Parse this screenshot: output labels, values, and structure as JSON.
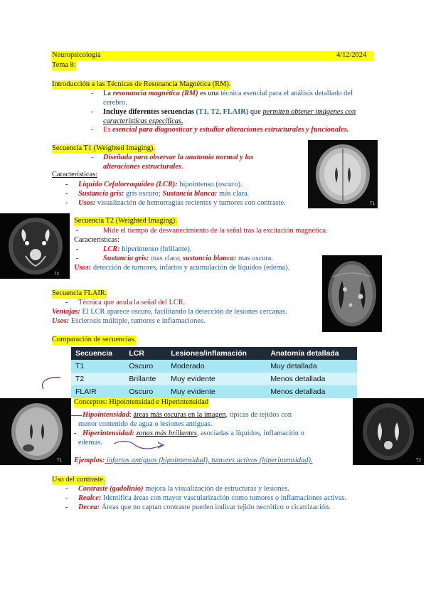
{
  "header": {
    "subject": "Neuropsicología",
    "date": "4/12/2024",
    "topic": "Tema 8:"
  },
  "intro": {
    "title": "Introducción a las Técnicas de Resonancia Magnética (RM).",
    "b1": {
      "a": "La ",
      "b": "resonancia magnética (RM)",
      "c": " es una ",
      "d": "técnica esencial para el análisis detallado del cerebro."
    },
    "b2": {
      "a": "Incluye diferentes secuencias ",
      "b": "(T1, T2, FLAIR)",
      "c": " que ",
      "d": "permiten obtener imágenes con características específicas."
    },
    "b3": {
      "a": "Es ",
      "b": "esencial para diagnosticar y estudiar alteraciones estructurales y funcionales."
    }
  },
  "t1": {
    "title": "Secuencia T1 (Weighted Imaging).",
    "b1a": "Diseñada para observar la anatomía normal y las",
    "b1b": "alteraciones estructurales",
    "char_title": "Características:",
    "c1": {
      "a": "Líquido Cefalorraquídeo (LCR):",
      "b": " hipointenso (oscuro)."
    },
    "c2": {
      "a": "Sustancia gris:",
      "b": " gris oscuro; ",
      "c": "Sustancia blanca:",
      "d": " más clara."
    },
    "c3": {
      "a": "Usos:",
      "b": " visualización de hemorragias recientes y tumores con contraste."
    },
    "img_tag": "T1"
  },
  "t2": {
    "title": "Secuencia T2 (Weighted Imaging).",
    "b1": "Mide el tiempo de desvanecimiento de la señal tras la excitación magnética.",
    "char_title": "Características:",
    "c1": {
      "a": "LCR:",
      "b": " hiperintenso (brillante)."
    },
    "c2": {
      "a": "Sustancia gris:",
      "b": " mas clara; ",
      "c": "sustancia blanca:",
      "d": " mas oscura."
    },
    "uses": {
      "a": "Usos:",
      "b": " detección de tumores, infartos y acumulación de líquidos (edema)."
    },
    "img_tag": "T2"
  },
  "flair": {
    "title": "Secuencia FLAIR.",
    "b1": "Técnica que anula la señal del LCR.",
    "adv": {
      "a": "Ventajas:",
      "b": " El LCR aparece oscuro, facilitando la detección de lesiones cercanas."
    },
    "uses": {
      "a": "Usos:",
      "b": " Esclerosis múltiple, tumores e inflamaciones."
    }
  },
  "compare": {
    "title": "Comparación de secuencias.",
    "headers": [
      "Secuencia",
      "LCR",
      "Lesiones/inflamación",
      "Anatomía detallada"
    ],
    "rows": [
      [
        "T1",
        "Oscuro",
        "Moderado",
        "Muy detallada"
      ],
      [
        "T2",
        "Brillante",
        "Muy evidente",
        "Menos detallada"
      ],
      [
        "FLAIR",
        "Oscuro",
        "Muy evidente",
        "Menos detallada"
      ]
    ]
  },
  "concepts": {
    "title": "Conceptos: Hipointensidad e Hiperintensidad",
    "hypo": {
      "a": "Hipointensidad",
      "b": ": ",
      "c": "áreas más oscuras en la imagen",
      "d": ", típicas de tejidos con",
      "e": "menor contenido de agua o lesiones antiguas."
    },
    "hyper": {
      "a": "Hiperintensidad:",
      "b": " ",
      "c": "zonas más brillantes",
      "d": ", asociadas a líquidos, inflamación o",
      "e": "edemas."
    },
    "examples": {
      "a": "Ejemplos:",
      "b": " infartos antiguos (hipointensidad), tumores activos (hiperintensidad)."
    },
    "tag_left": "T1",
    "tag_right": "T2"
  },
  "contrast": {
    "title": "Uso del contraste.",
    "c1": {
      "a": "Contraste (gadolinio)",
      "b": " mejora la visualización de estructuras y lesiones."
    },
    "c2": {
      "a": "Realce:",
      "b": " Identifica áreas con mayor vascularización como tumores o inflamaciones activas."
    },
    "c3": {
      "a": "Decea:",
      "b": " Áreas que no captan contraste pueden indicar tejido necrótico o cicatrización."
    }
  },
  "glyphs": {
    "dash": "-"
  }
}
